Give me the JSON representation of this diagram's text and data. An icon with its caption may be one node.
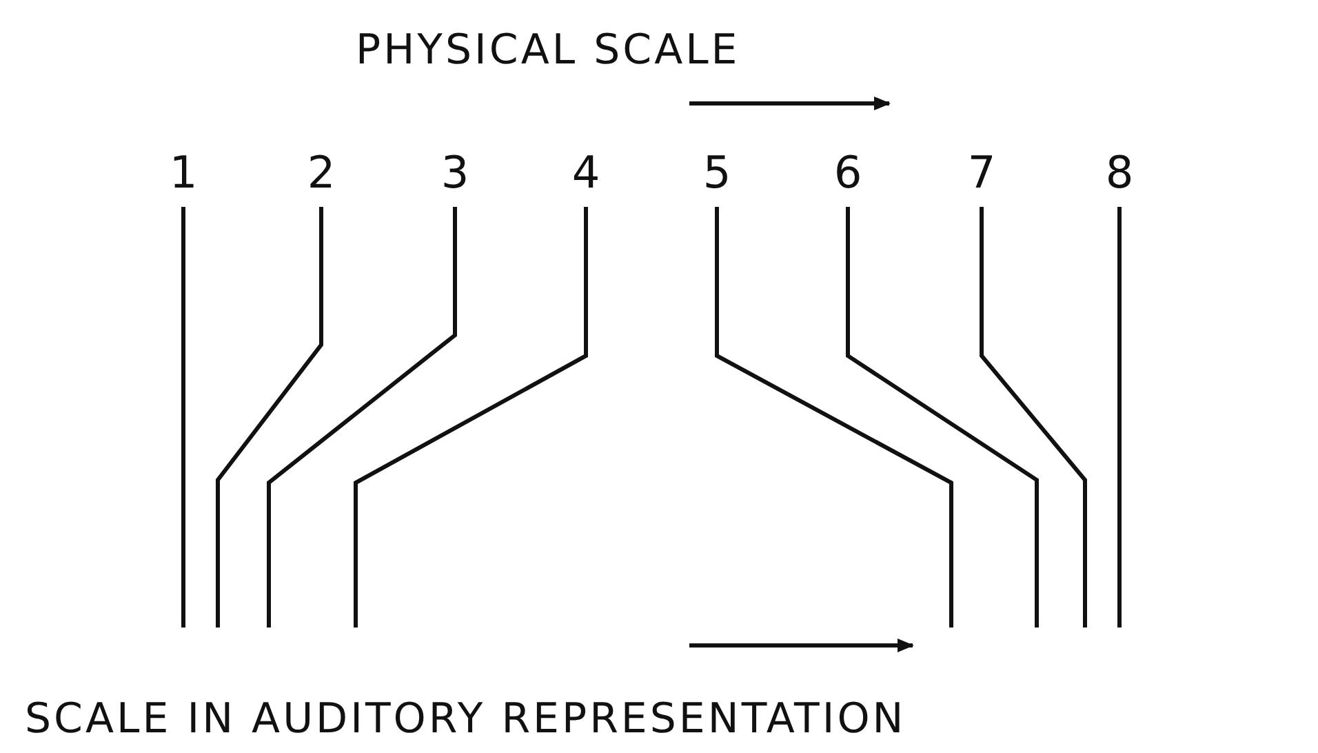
{
  "diagram": {
    "title": "PHYSICAL SCALE",
    "caption": "SCALE IN AUDITORY REPRESENTATION",
    "labels": [
      "1",
      "2",
      "3",
      "4",
      "5",
      "6",
      "7",
      "8"
    ]
  }
}
